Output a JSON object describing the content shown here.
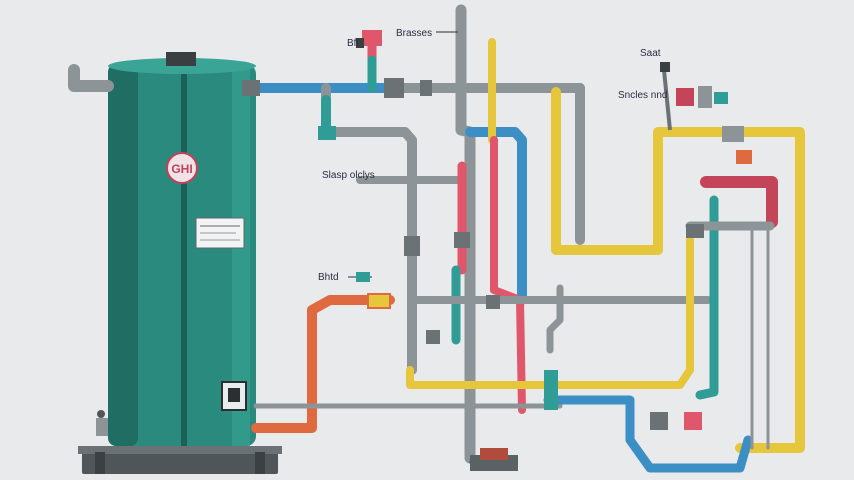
{
  "labels": {
    "top_label": "Brasses",
    "valve_label": "Bfl",
    "right_label": "Sncles nnd",
    "right_top_label": "Saat",
    "middle_label": "Slasp olclys",
    "left_label": "Bhtd",
    "tank_logo": "GHI"
  },
  "colors": {
    "tank": "#2a8a7e",
    "tank_dark": "#1f6d63",
    "pipe_blue": "#3b8fc4",
    "pipe_red": "#e0566a",
    "pipe_yellow": "#e6c63a",
    "pipe_gray": "#8d9498",
    "pipe_teal": "#2f9d95",
    "pipe_orange": "#df6a3f",
    "background": "#e9eaec"
  }
}
